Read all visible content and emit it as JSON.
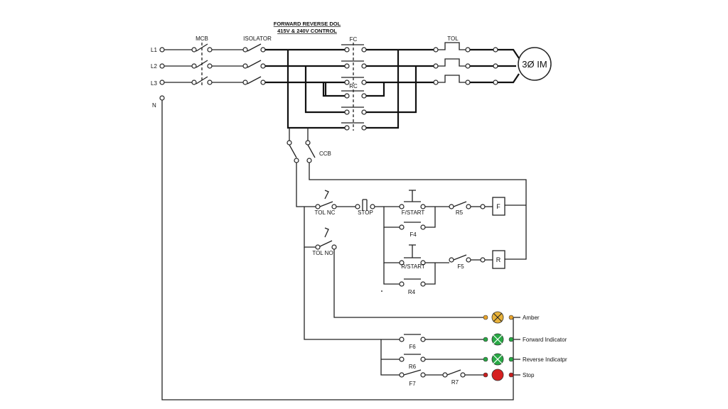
{
  "title": {
    "line1": "FORWARD REVERSE DOL",
    "line2": "415V & 240V CONTROL"
  },
  "supply": {
    "l1": "L1",
    "l2": "L2",
    "l3": "L3",
    "n": "N"
  },
  "power": {
    "mcb": "MCB",
    "isolator": "ISOLATOR",
    "fc": "FC",
    "rc": "RC",
    "tol": "TOL",
    "motor": "3Ø IM",
    "ccb": "CCB"
  },
  "control": {
    "tol_nc": "TOL NC",
    "tol_no": "TOL NO",
    "stop": "STOP",
    "f_start": "F/START",
    "r_start": "R/START",
    "r5": "R5",
    "f5": "F5",
    "f4": "F4",
    "r4": "R4",
    "coil_f": "F",
    "coil_r": "R"
  },
  "indicators": {
    "f6": "F6",
    "r6": "R6",
    "f7": "F7",
    "r7": "R7",
    "amber": {
      "label": "Amber",
      "color": "#e8b23a",
      "terminal_color": "#e8a32a"
    },
    "forward": {
      "label": "Forward Indicator",
      "color": "#27a844",
      "terminal_color": "#27a844"
    },
    "reverse": {
      "label": "Reverse Indicatpr",
      "color": "#27a844",
      "terminal_color": "#27a844"
    },
    "stop": {
      "label": "Stop",
      "color": "#d62020",
      "terminal_color": "#c81e1e"
    }
  }
}
